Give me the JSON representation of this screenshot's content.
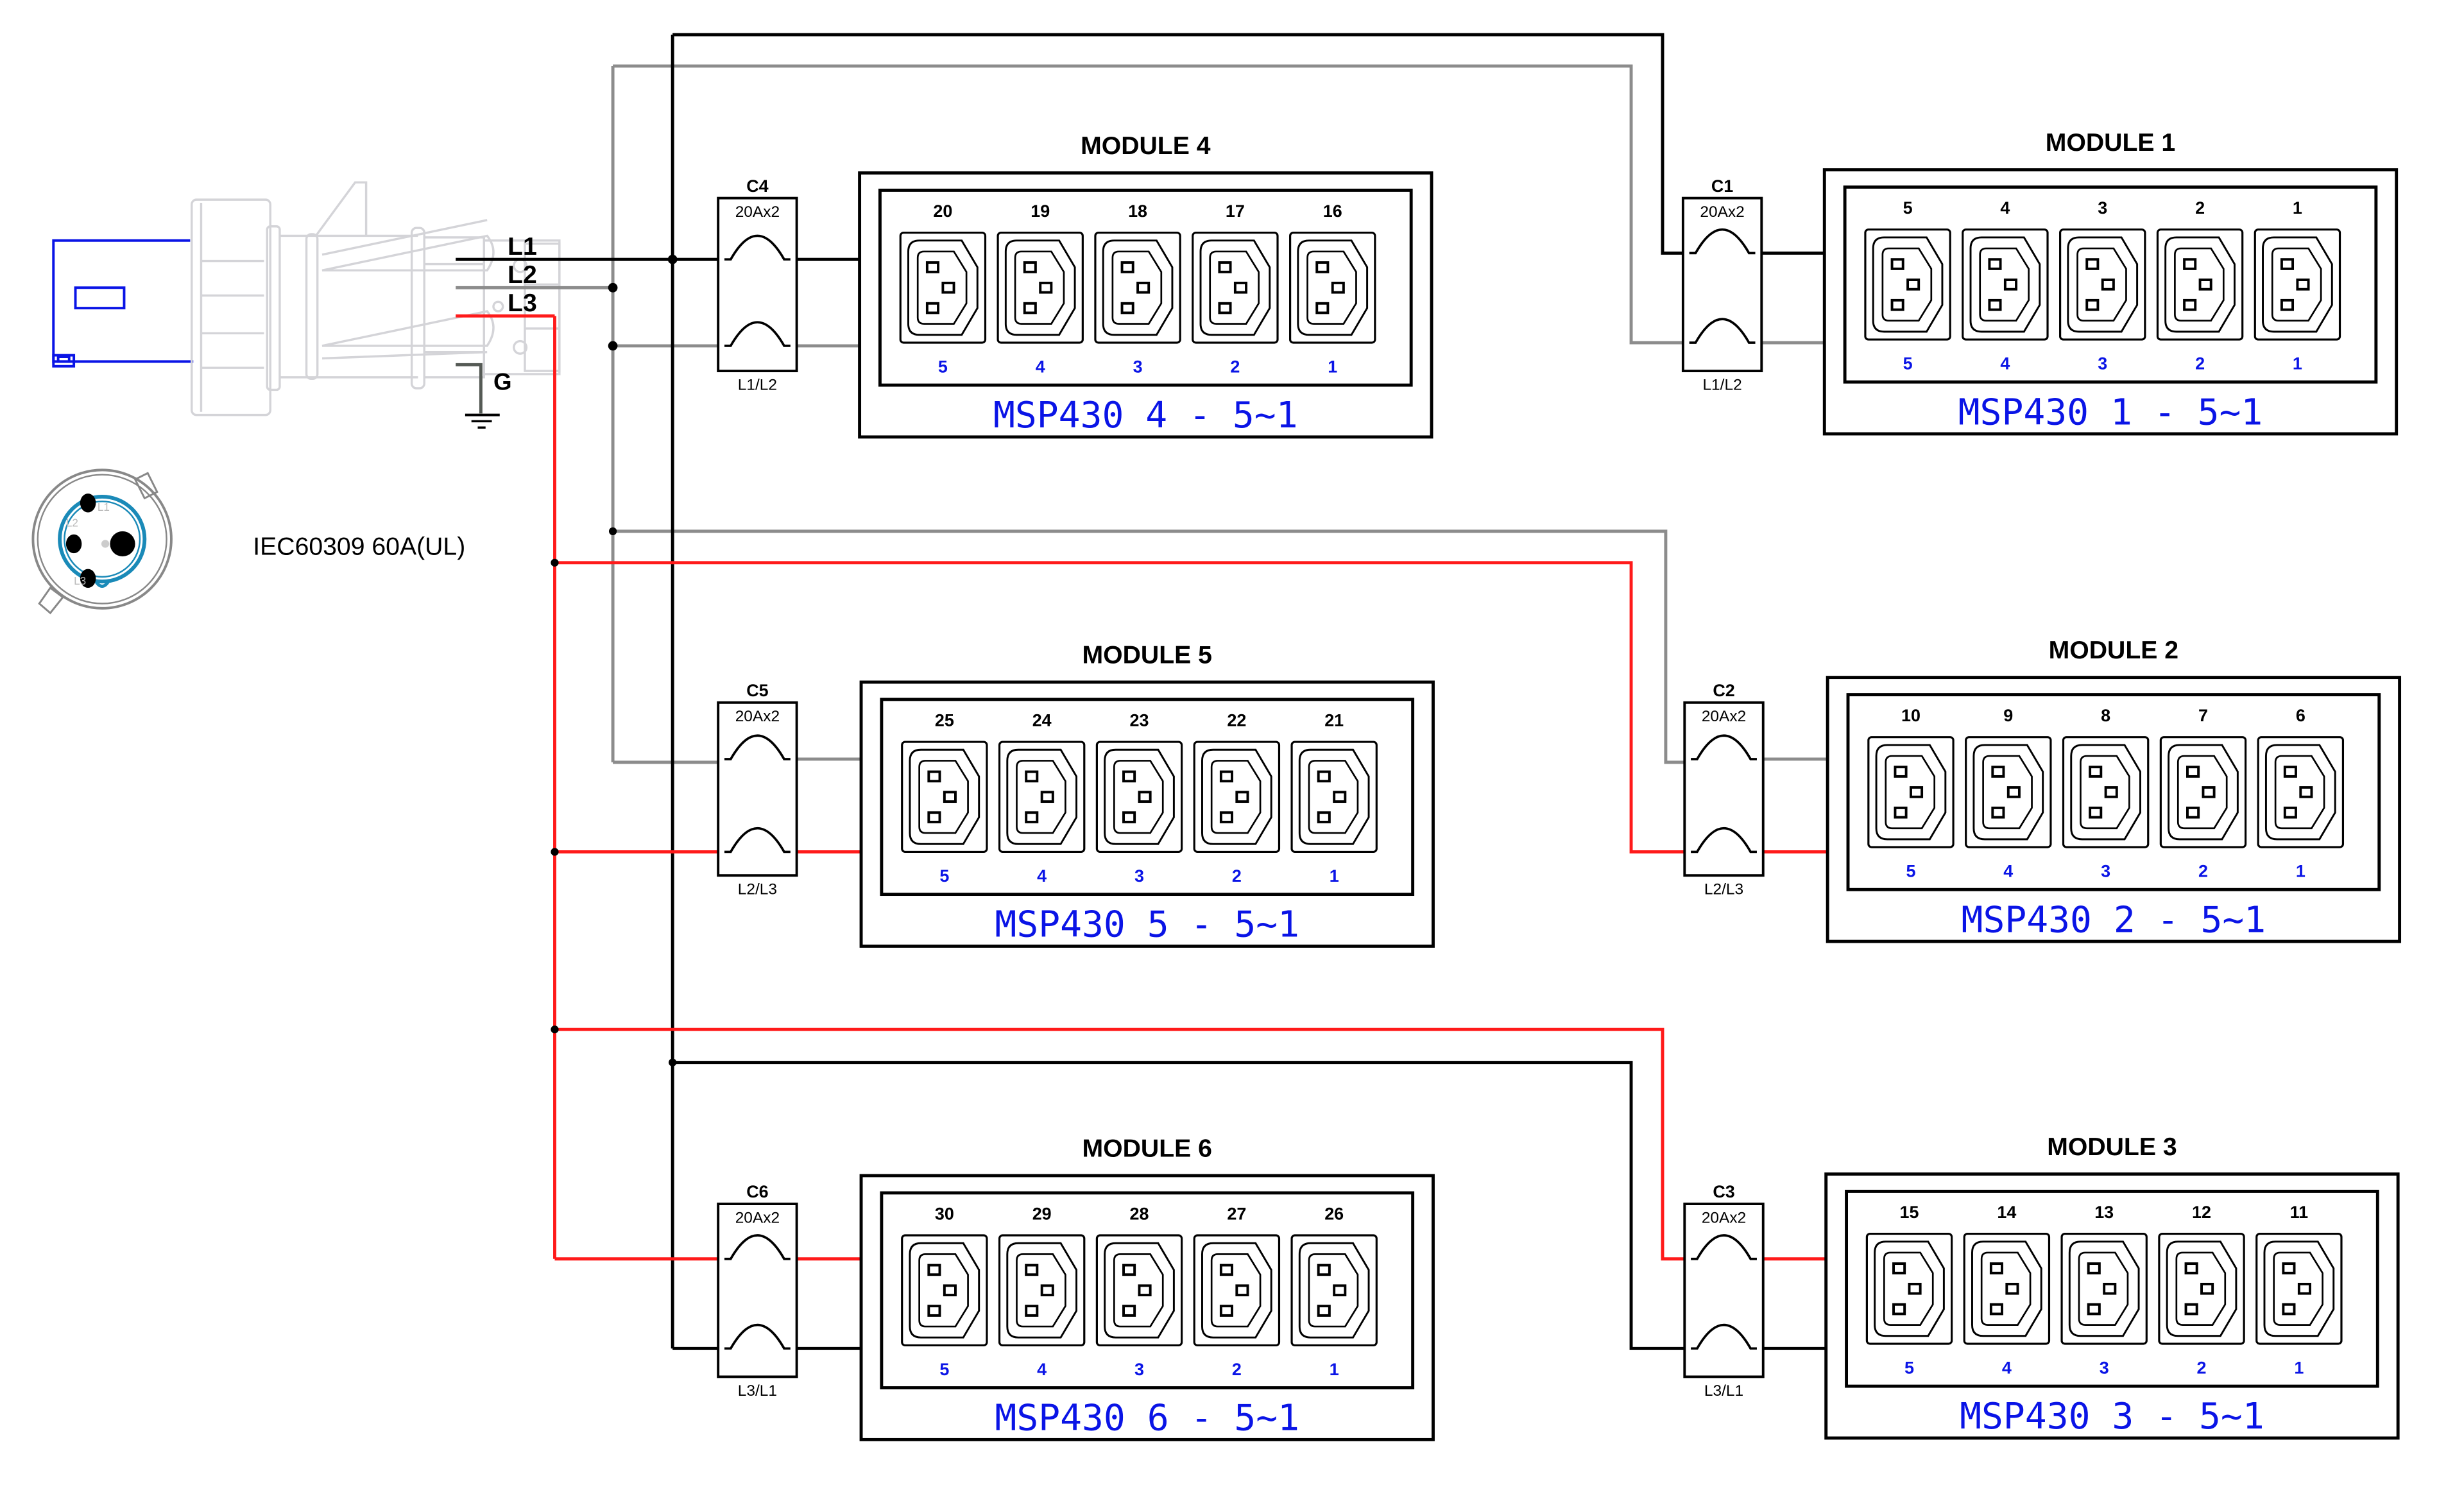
{
  "colors": {
    "l1_wire": "#000000",
    "l2_wire": "#8c8c8c",
    "l3_wire": "#ff1a1a",
    "ground_wire": "#555a55",
    "plug_outline": "#d4d4d8",
    "plug_face_blue": "#0a14e6",
    "socket_ring_blue": "#1a8ab8",
    "module_blue_text": "#0a14e6"
  },
  "inlet": {
    "phase_labels": [
      "L1",
      "L2",
      "L3"
    ],
    "ground_label": "G",
    "connector_label": "IEC60309 60A(UL)",
    "socket_pin_labels": [
      "L1",
      "L2",
      "L3"
    ]
  },
  "breakers": [
    {
      "id": "C4",
      "rating": "20Ax2",
      "phases": "L1/L2"
    },
    {
      "id": "C1",
      "rating": "20Ax2",
      "phases": "L1/L2"
    },
    {
      "id": "C5",
      "rating": "20Ax2",
      "phases": "L2/L3"
    },
    {
      "id": "C2",
      "rating": "20Ax2",
      "phases": "L2/L3"
    },
    {
      "id": "C6",
      "rating": "20Ax2",
      "phases": "L3/L1"
    },
    {
      "id": "C3",
      "rating": "20Ax2",
      "phases": "L3/L1"
    }
  ],
  "modules": [
    {
      "title": "MODULE 4",
      "outlet_numbers": [
        "20",
        "19",
        "18",
        "17",
        "16"
      ],
      "local_numbers": [
        "5",
        "4",
        "3",
        "2",
        "1"
      ],
      "caption": "MSP430 4 - 5~1"
    },
    {
      "title": "MODULE 1",
      "outlet_numbers": [
        "5",
        "4",
        "3",
        "2",
        "1"
      ],
      "local_numbers": [
        "5",
        "4",
        "3",
        "2",
        "1"
      ],
      "caption": "MSP430 1 - 5~1"
    },
    {
      "title": "MODULE 5",
      "outlet_numbers": [
        "25",
        "24",
        "23",
        "22",
        "21"
      ],
      "local_numbers": [
        "5",
        "4",
        "3",
        "2",
        "1"
      ],
      "caption": "MSP430 5 - 5~1"
    },
    {
      "title": "MODULE 2",
      "outlet_numbers": [
        "10",
        "9",
        "8",
        "7",
        "6"
      ],
      "local_numbers": [
        "5",
        "4",
        "3",
        "2",
        "1"
      ],
      "caption": "MSP430 2 - 5~1"
    },
    {
      "title": "MODULE 6",
      "outlet_numbers": [
        "30",
        "29",
        "28",
        "27",
        "26"
      ],
      "local_numbers": [
        "5",
        "4",
        "3",
        "2",
        "1"
      ],
      "caption": "MSP430 6 - 5~1"
    },
    {
      "title": "MODULE 3",
      "outlet_numbers": [
        "15",
        "14",
        "13",
        "12",
        "11"
      ],
      "local_numbers": [
        "5",
        "4",
        "3",
        "2",
        "1"
      ],
      "caption": "MSP430 3 - 5~1"
    }
  ]
}
